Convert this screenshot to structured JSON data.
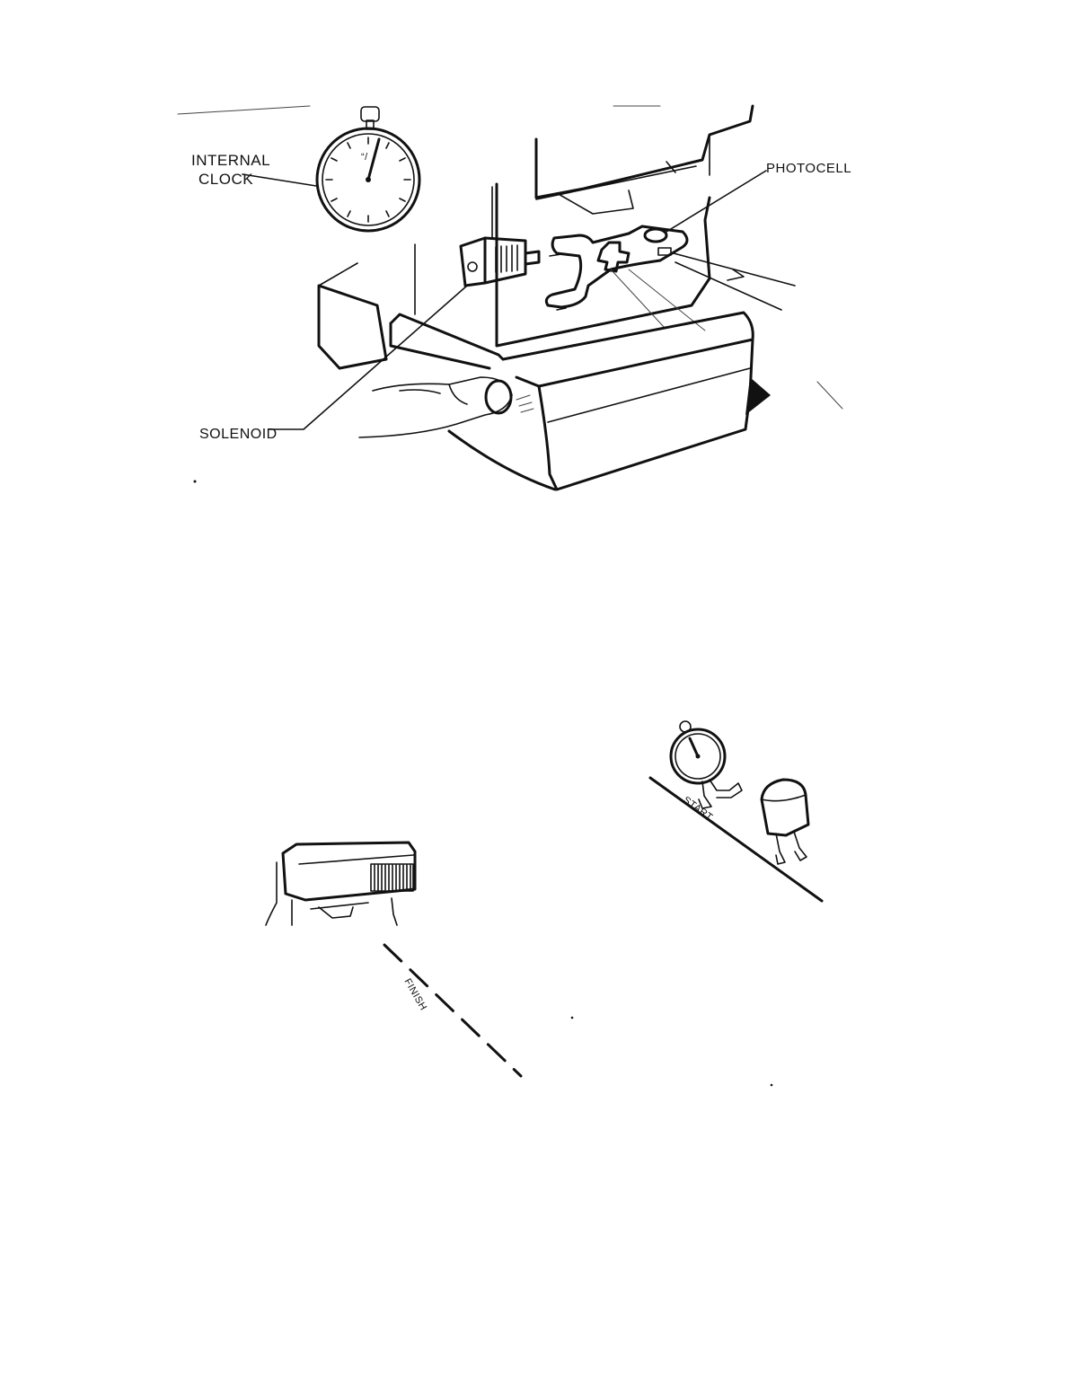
{
  "figure_top": {
    "labels": {
      "internal_clock_line1": "INTERNAL",
      "internal_clock_line2": "CLOCK",
      "photocell": "PHOTOCELL",
      "solenoid": "SOLENOID"
    }
  },
  "figure_bottom": {
    "labels": {
      "start": "START",
      "finish": "FINISH"
    }
  },
  "colors": {
    "ink": "#111111",
    "paper": "#ffffff"
  }
}
